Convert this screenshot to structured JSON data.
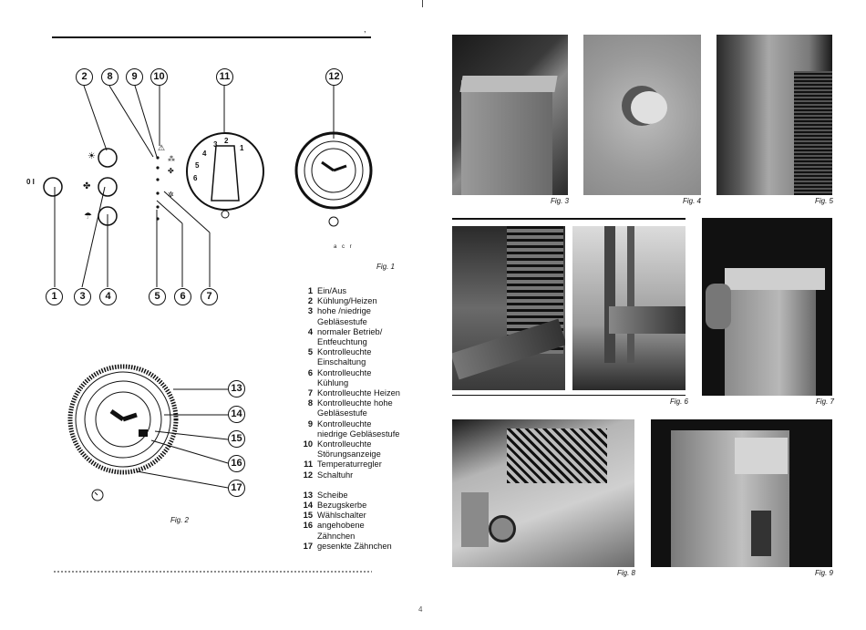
{
  "page_marks": {
    "top_mark": ",",
    "bottom_mark": "4"
  },
  "fig1": {
    "caption": "Fig. 1",
    "callouts": [
      "1",
      "2",
      "3",
      "4",
      "5",
      "6",
      "7",
      "8",
      "9",
      "10",
      "11",
      "12"
    ],
    "small_text": "a c r",
    "power_symbol": "0 I",
    "dial_numbers": [
      "3",
      "2",
      "1",
      "4",
      "5",
      "6"
    ]
  },
  "fig2": {
    "caption": "Fig. 2",
    "callouts": [
      "13",
      "14",
      "15",
      "16",
      "17"
    ]
  },
  "legend": {
    "items": [
      {
        "num": "1",
        "text": "Ein/Aus"
      },
      {
        "num": "2",
        "text": "Kühlung/Heizen"
      },
      {
        "num": "3",
        "text": "hohe /niedrige\nGebläsestufe"
      },
      {
        "num": "4",
        "text": "normaler Betrieb/\nEntfeuchtung"
      },
      {
        "num": "5",
        "text": "Kontrolleuchte\nEinschaltung"
      },
      {
        "num": "6",
        "text": "Kontrolleuchte\nKühlung"
      },
      {
        "num": "7",
        "text": "Kontrolleuchte Heizen"
      },
      {
        "num": "8",
        "text": "Kontrolleuchte hohe\nGebläsestufe"
      },
      {
        "num": "9",
        "text": "Kontrolleuchte\nniedrige Gebläsestufe"
      },
      {
        "num": "10",
        "text": "Kontrolleuchte\nStörungsanzeige"
      },
      {
        "num": "11",
        "text": "Temperaturregler"
      },
      {
        "num": "12",
        "text": "Schaltuhr"
      }
    ],
    "items2": [
      {
        "num": "13",
        "text": "Scheibe"
      },
      {
        "num": "14",
        "text": "Bezugskerbe"
      },
      {
        "num": "15",
        "text": "Wählschalter"
      },
      {
        "num": "16",
        "text": "angehobene\nZähnchen"
      },
      {
        "num": "17",
        "text": "gesenkte Zähnchen"
      }
    ]
  },
  "photos": {
    "fig3": "Fig. 3",
    "fig4": "Fig. 4",
    "fig5": "Fig. 5",
    "fig6": "Fig. 6",
    "fig7": "Fig. 7",
    "fig8": "Fig. 8",
    "fig9": "Fig. 9"
  }
}
